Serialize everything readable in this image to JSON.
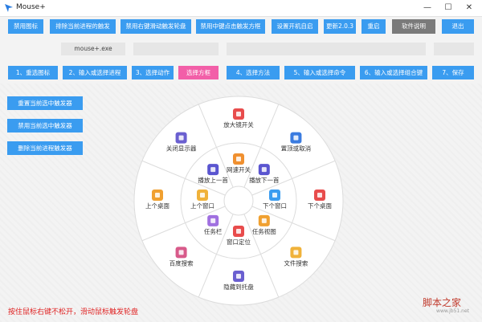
{
  "window": {
    "title": "Mouse+",
    "min": "—",
    "max": "☐",
    "close": "✕"
  },
  "toolbar": [
    {
      "label": "禁用图标",
      "name": "disable-icon-button"
    },
    {
      "label": "排除当前进程的触发",
      "name": "exclude-process-button"
    },
    {
      "label": "禁用右键滑动触发轮盘",
      "name": "disable-right-slide-button"
    },
    {
      "label": "禁用中键点击触发方框",
      "name": "disable-middle-click-button"
    },
    {
      "label": "设置开机自启",
      "name": "autostart-button"
    },
    {
      "label": "更新2.0.3",
      "name": "update-button"
    },
    {
      "label": "重启",
      "name": "restart-button"
    },
    {
      "label": "软件说明",
      "name": "help-button"
    },
    {
      "label": "退出",
      "name": "exit-button"
    }
  ],
  "fields": {
    "process": "mouse+.exe"
  },
  "steps": [
    {
      "label": "1、重选图标"
    },
    {
      "label": "2、输入或选择进程"
    },
    {
      "label": "3、选择动作"
    },
    {
      "label": "选择方框"
    },
    {
      "label": "4、选择方法"
    },
    {
      "label": "5、输入或选择命令"
    },
    {
      "label": "6、输入或选择组合键"
    },
    {
      "label": "7、保存"
    }
  ],
  "side_buttons": [
    {
      "label": "重置当前选中触发器"
    },
    {
      "label": "禁用当前选中触发器"
    },
    {
      "label": "删除当前进程触发器"
    }
  ],
  "wheel": {
    "outer": [
      {
        "label": "放大镜开关",
        "icon": "magnifier-cloud-icon",
        "color": "#e84c4c"
      },
      {
        "label": "置顶或取消",
        "icon": "pin-top-icon",
        "color": "#3a7be0"
      },
      {
        "label": "下个桌面",
        "icon": "next-desktop-icon",
        "color": "#e84c4c"
      },
      {
        "label": "文件搜索",
        "icon": "file-search-icon",
        "color": "#f0b23a"
      },
      {
        "label": "隐藏到托盘",
        "icon": "tray-hide-icon",
        "color": "#6a5fd0"
      },
      {
        "label": "百度搜索",
        "icon": "baidu-search-icon",
        "color": "#d85a8a"
      },
      {
        "label": "上个桌面",
        "icon": "prev-desktop-icon",
        "color": "#f0a030"
      },
      {
        "label": "关闭显示器",
        "icon": "monitor-off-icon",
        "color": "#6a5fd0"
      }
    ],
    "inner": [
      {
        "label": "网速开关",
        "icon": "network-speed-icon",
        "color": "#f09030"
      },
      {
        "label": "播放下一首",
        "icon": "play-next-icon",
        "color": "#5a55d0"
      },
      {
        "label": "下个窗口",
        "icon": "next-window-icon",
        "color": "#3a9cf0"
      },
      {
        "label": "任务视图",
        "icon": "task-view-icon",
        "color": "#f0a030"
      },
      {
        "label": "窗口定位",
        "icon": "window-locate-icon",
        "color": "#e84c4c"
      },
      {
        "label": "任务栏",
        "icon": "taskbar-icon",
        "color": "#a070e0"
      },
      {
        "label": "上个窗口",
        "icon": "prev-window-icon",
        "color": "#f0b23a"
      },
      {
        "label": "播放上一首",
        "icon": "play-prev-icon",
        "color": "#5a55d0"
      }
    ]
  },
  "hint": "按住鼠标右键不松开，滑动鼠标触发轮盘",
  "watermark": {
    "site": "脚本之家",
    "url": "www.jb51.net"
  }
}
